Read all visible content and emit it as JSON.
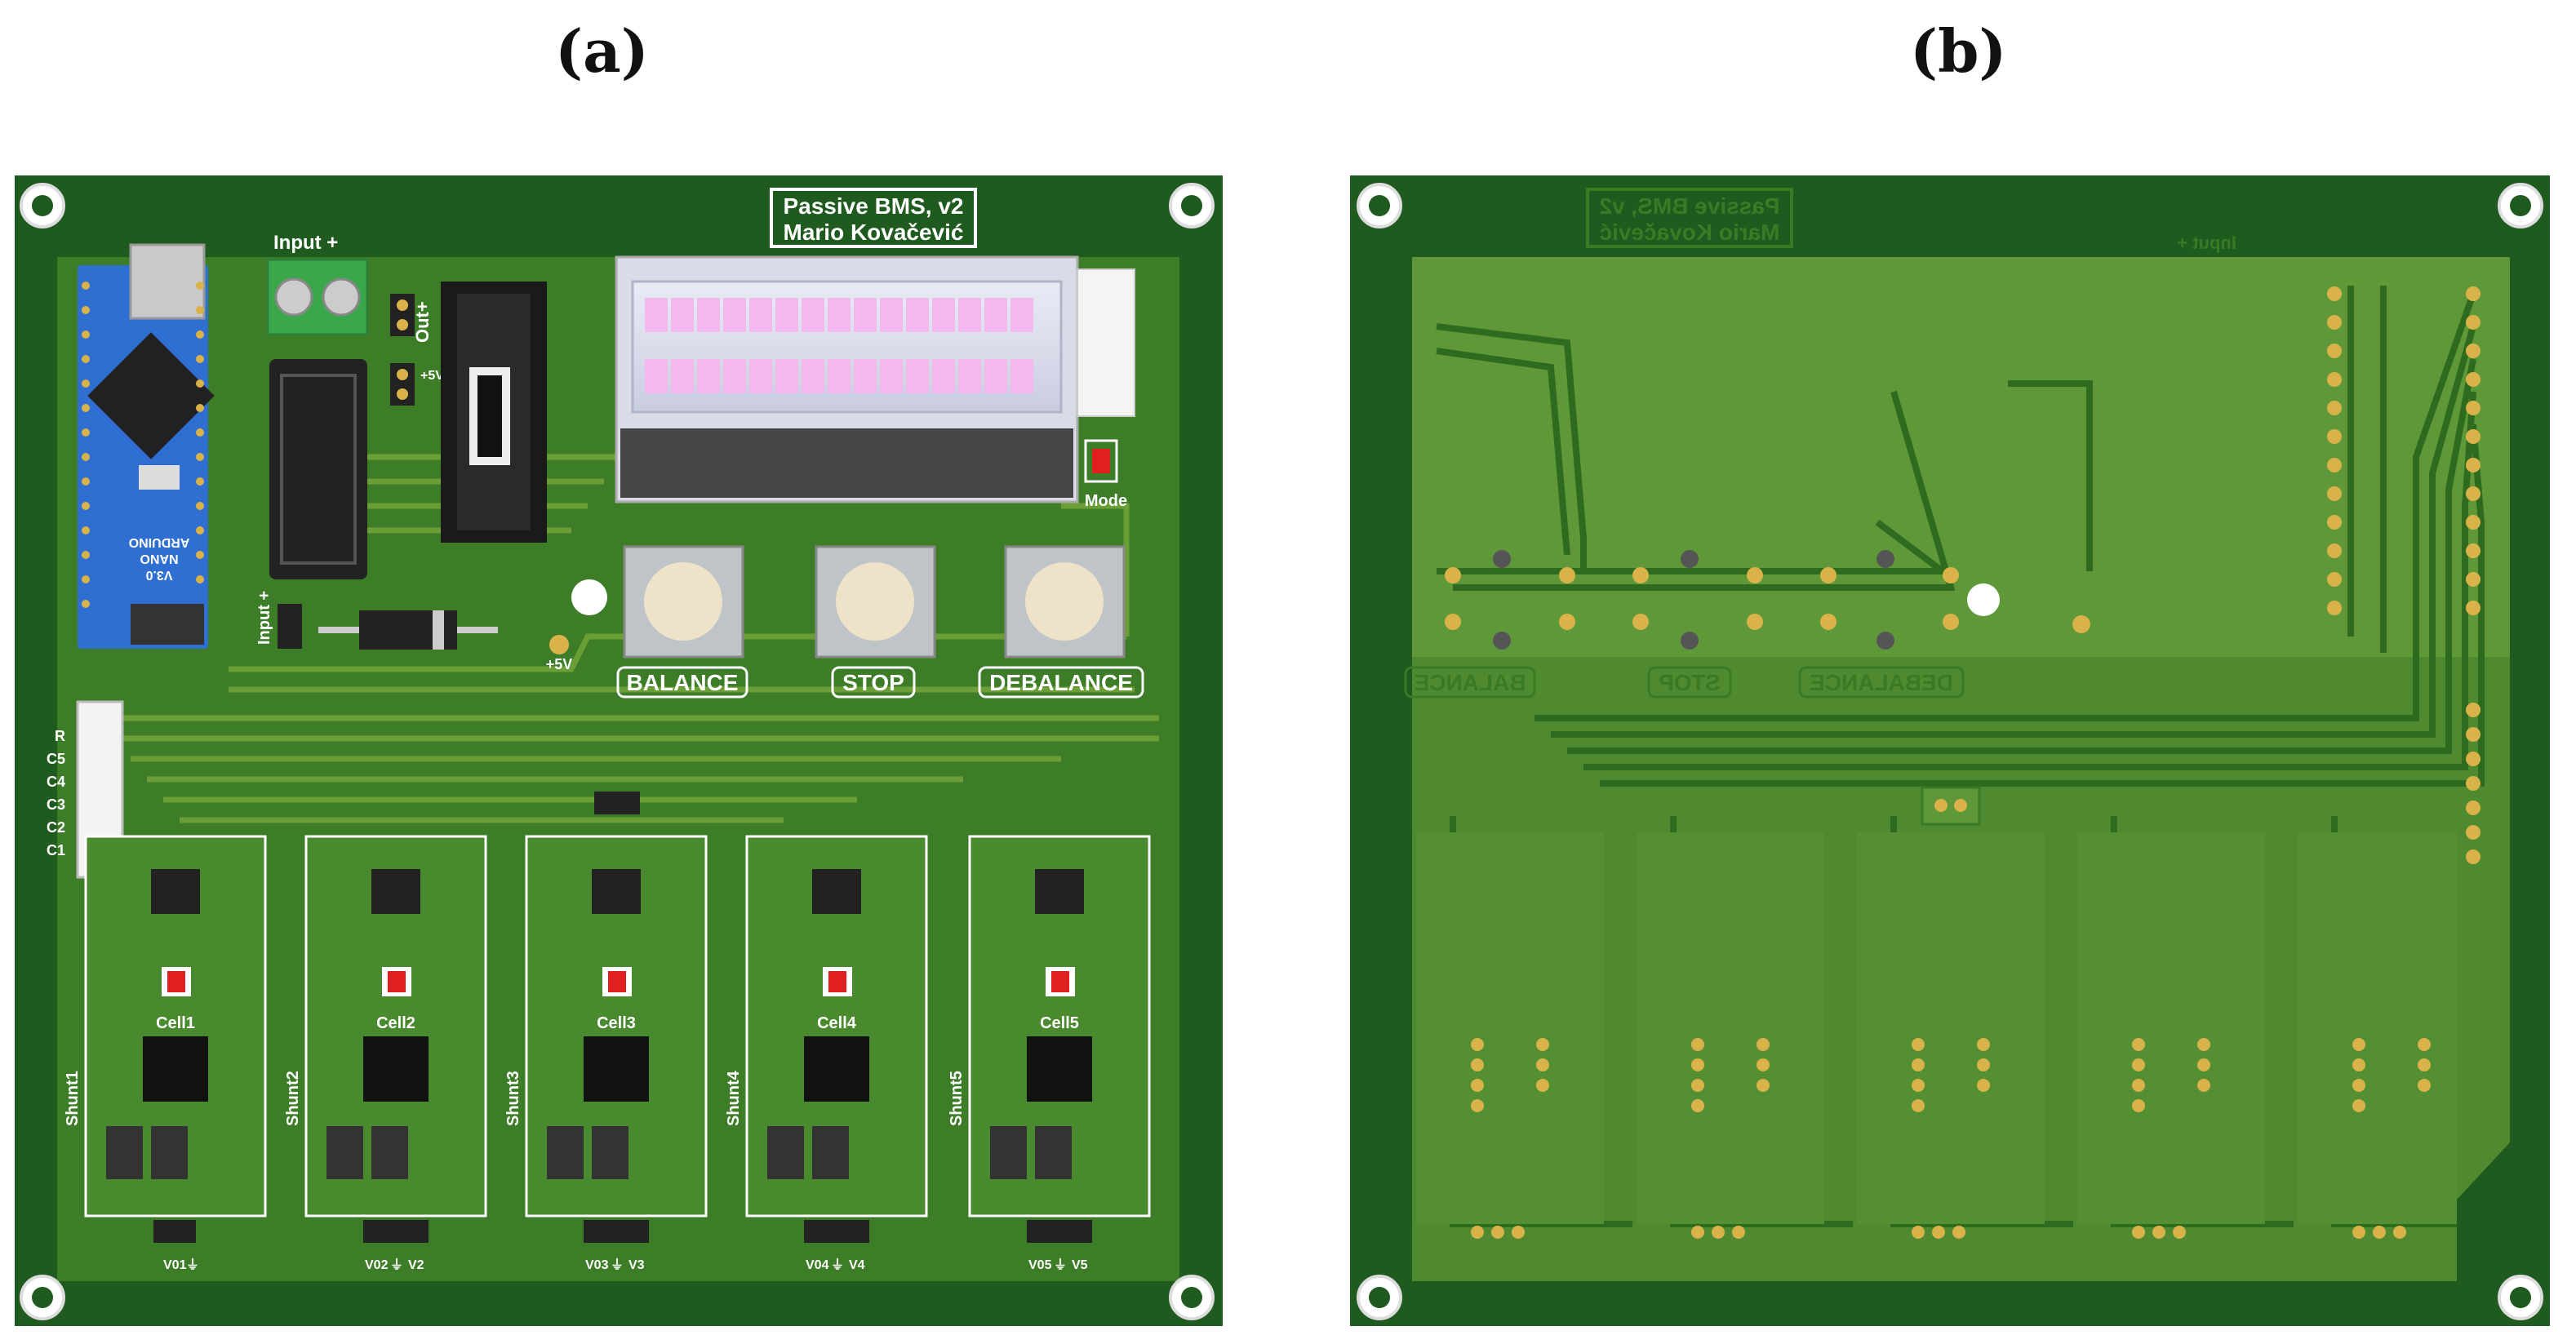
{
  "panels": {
    "a": {
      "label": "(a)",
      "board_title": "Passive BMS, v2",
      "board_author": "Mario Kovačević",
      "input_label": "Input +",
      "out_label": "Out+",
      "v5_label": "+5V",
      "input_side_label": "Input +",
      "plus5_label": "+5V",
      "mode_label": "Mode",
      "buttons": [
        "BALANCE",
        "STOP",
        "DEBALANCE"
      ],
      "connector_labels": [
        "R",
        "C5",
        "C4",
        "C3",
        "C2",
        "C1"
      ],
      "cells": [
        "Cell1",
        "Cell2",
        "Cell3",
        "Cell4",
        "Cell5"
      ],
      "shunts": [
        "Shunt1",
        "Shunt2",
        "Shunt3",
        "Shunt4",
        "Shunt5"
      ],
      "bottom_connectors": [
        [
          "V01",
          "⏚"
        ],
        [
          "V02",
          "⏚",
          "V2"
        ],
        [
          "V03",
          "⏚",
          "V3"
        ],
        [
          "V04",
          "⏚",
          "V4"
        ],
        [
          "V05",
          "⏚",
          "V5"
        ]
      ],
      "arduino_text": [
        "ARDUINO",
        "NANO",
        "V3.0"
      ]
    },
    "b": {
      "label": "(b)",
      "mirrored_title": "Passive BMS, v2",
      "mirrored_author": "Mario Kovačević",
      "mirrored_input": "Input +",
      "mirrored_buttons": [
        "DEBALANCE",
        "STOP",
        "BALANCE"
      ]
    }
  },
  "colors": {
    "pcb_dark": "#1f5a1f",
    "pcb_mid": "#3f7f2a",
    "pcb_copper": "#6a9a35",
    "silkscreen": "#ffffff",
    "arduino_blue": "#2f6fd1",
    "lcd_pink": "#f3b8ee",
    "terminal_green": "#3aa84a"
  }
}
